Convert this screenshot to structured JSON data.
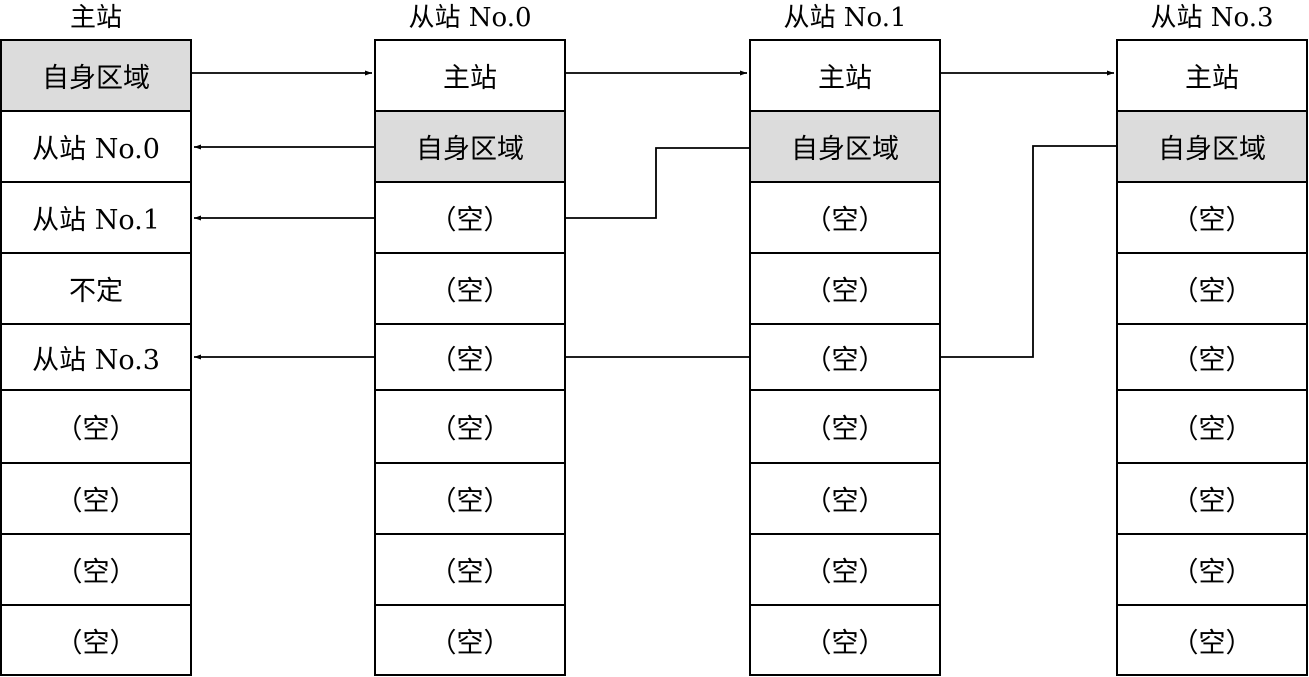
{
  "columns": [
    {
      "title": "主站",
      "cells": [
        "自身区域",
        "从站 No.0",
        "从站 No.1",
        "不定",
        "从站 No.3",
        "（空）",
        "（空）",
        "（空）",
        "（空）"
      ]
    },
    {
      "title": "从站 No.0",
      "cells": [
        "主站",
        "自身区域",
        "（空）",
        "（空）",
        "（空）",
        "（空）",
        "（空）",
        "（空）",
        "（空）"
      ]
    },
    {
      "title": "从站 No.1",
      "cells": [
        "主站",
        "自身区域",
        "（空）",
        "（空）",
        "（空）",
        "（空）",
        "（空）",
        "（空）",
        "（空）"
      ]
    },
    {
      "title": "从站 No.3",
      "cells": [
        "主站",
        "自身区域",
        "（空）",
        "（空）",
        "（空）",
        "（空）",
        "（空）",
        "（空）",
        "（空）"
      ]
    }
  ],
  "shaded_cells": [
    [
      0,
      0
    ],
    [
      1,
      1
    ],
    [
      2,
      1
    ],
    [
      3,
      1
    ]
  ],
  "colors": {
    "shaded": "#dcdcdc",
    "border": "#000000",
    "background": "#ffffff"
  }
}
